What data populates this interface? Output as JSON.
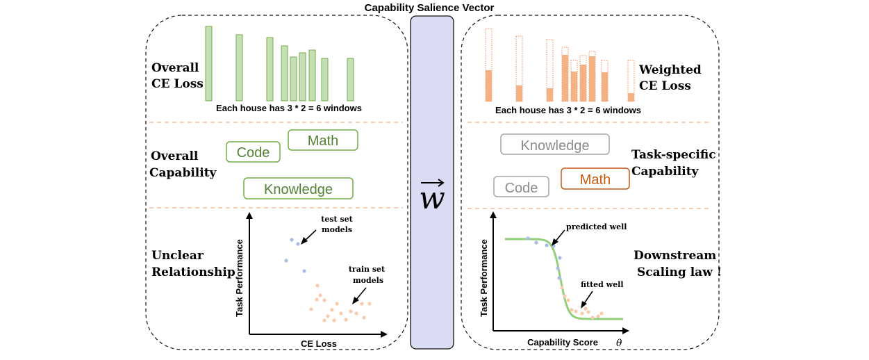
{
  "title": "Capability Salience Vector",
  "vector_symbol": "w",
  "left": {
    "loss_label_line1": "Overall",
    "loss_label_line2": "CE Loss",
    "houses_caption": "Each house has 3 * 2 = 6 windows",
    "capability_label_line1": "Overall",
    "capability_label_line2": "Capability",
    "capabilities": [
      "Code",
      "Math",
      "Knowledge"
    ],
    "relationship_label_line1": "Unclear",
    "relationship_label_line2": "Relationship",
    "xlabel": "CE Loss",
    "ylabel": "Task Performance",
    "annot_test_line1": "test set",
    "annot_test_line2": "models",
    "annot_train_line1": "train set",
    "annot_train_line2": "models"
  },
  "right": {
    "loss_label_line1": "Weighted",
    "loss_label_line2": "CE Loss",
    "houses_caption": "Each house has 3 * 2 = 6 windows",
    "capability_label_line1": "Task-specific",
    "capability_label_line2": "Capability",
    "capabilities": [
      "Knowledge",
      "Code",
      "Math"
    ],
    "law_label_line1": "Downstream",
    "law_label_line2": "Scaling law !",
    "xlabel": "Capability Score",
    "xlabel_symbol": "θ",
    "ylabel": "Task Performance",
    "annot_pred": "predicted well",
    "annot_fit": "fitted well"
  },
  "colors": {
    "green_fill": "#c5e0b4",
    "green_stroke": "#70ad47",
    "green_text": "#548235",
    "orange_fill": "#f4b183",
    "orange_dotted": "#f08d5c",
    "orange_text": "#c55a11",
    "gray_text": "#8c8c8c",
    "blue_dot": "#a9bee6",
    "peach_dot": "#f8cbad",
    "center_fill": "#d9dcf2",
    "divider": "#f4b183"
  }
}
